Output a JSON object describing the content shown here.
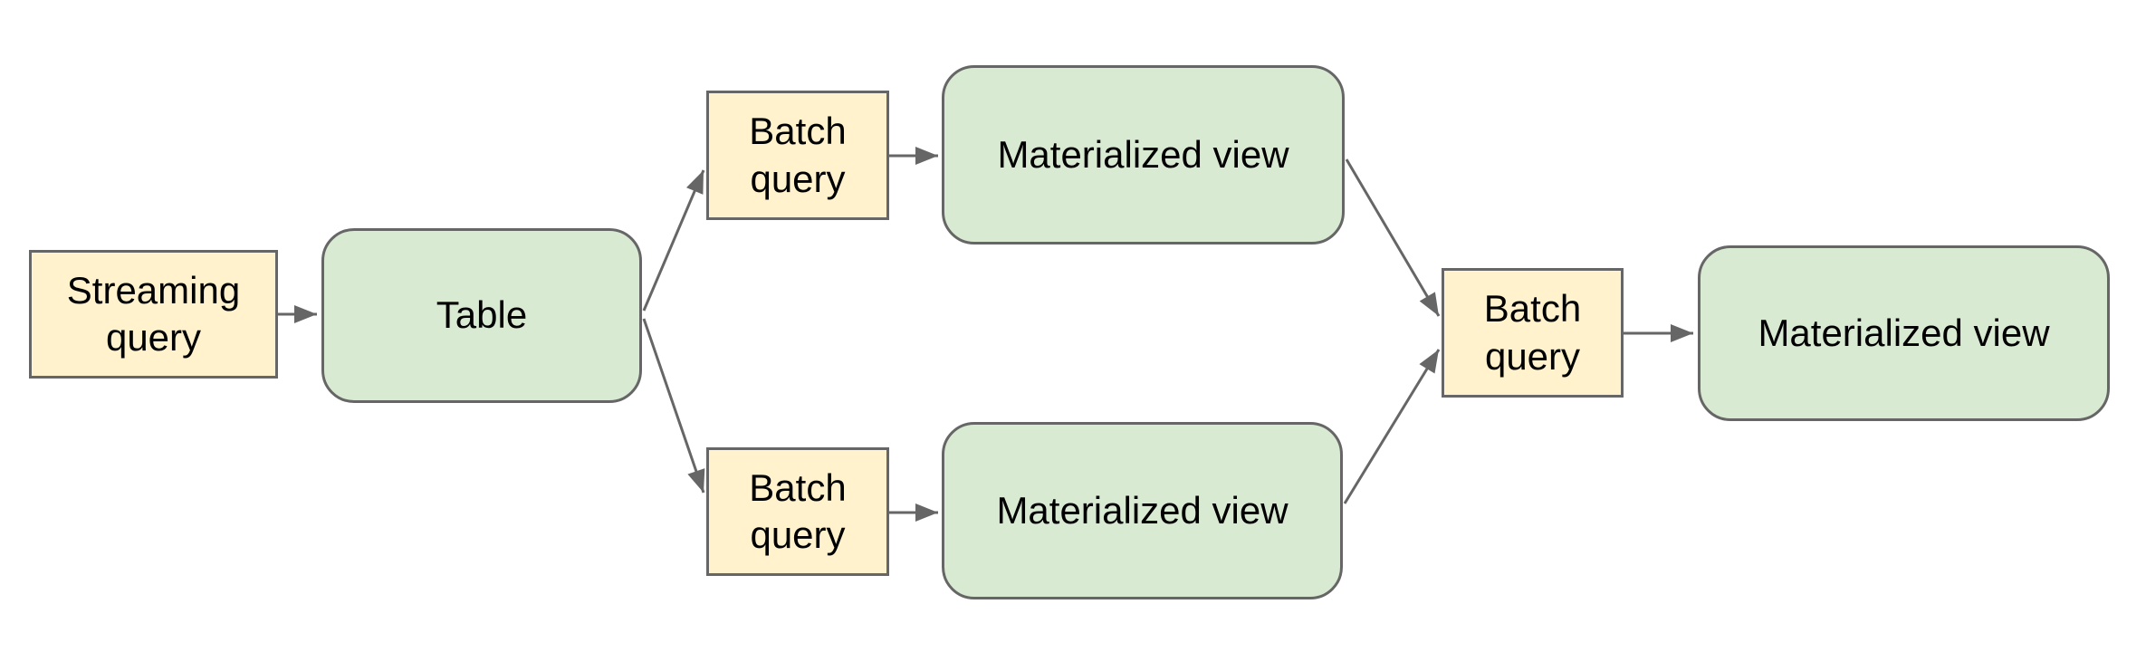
{
  "diagram": {
    "colors": {
      "query_box_fill": "#fff2cc",
      "view_box_fill": "#d9ead3",
      "box_border": "#666666",
      "arrow": "#666666",
      "label_text": "#000000",
      "background": "#ffffff"
    },
    "nodes": [
      {
        "id": "streaming-query",
        "label": "Streaming query",
        "kind": "query"
      },
      {
        "id": "table",
        "label": "Table",
        "kind": "view"
      },
      {
        "id": "batch-query-top",
        "label": "Batch query",
        "kind": "query"
      },
      {
        "id": "materialized-view-top",
        "label": "Materialized view",
        "kind": "view"
      },
      {
        "id": "batch-query-bottom",
        "label": "Batch query",
        "kind": "query"
      },
      {
        "id": "materialized-view-bottom",
        "label": "Materialized view",
        "kind": "view"
      },
      {
        "id": "batch-query-center",
        "label": "Batch query",
        "kind": "query"
      },
      {
        "id": "materialized-view-final",
        "label": "Materialized view",
        "kind": "view"
      }
    ],
    "edges": [
      {
        "from": "streaming-query",
        "to": "table"
      },
      {
        "from": "table",
        "to": "batch-query-top"
      },
      {
        "from": "table",
        "to": "batch-query-bottom"
      },
      {
        "from": "batch-query-top",
        "to": "materialized-view-top"
      },
      {
        "from": "batch-query-bottom",
        "to": "materialized-view-bottom"
      },
      {
        "from": "materialized-view-top",
        "to": "batch-query-center"
      },
      {
        "from": "materialized-view-bottom",
        "to": "batch-query-center"
      },
      {
        "from": "batch-query-center",
        "to": "materialized-view-final"
      }
    ]
  }
}
